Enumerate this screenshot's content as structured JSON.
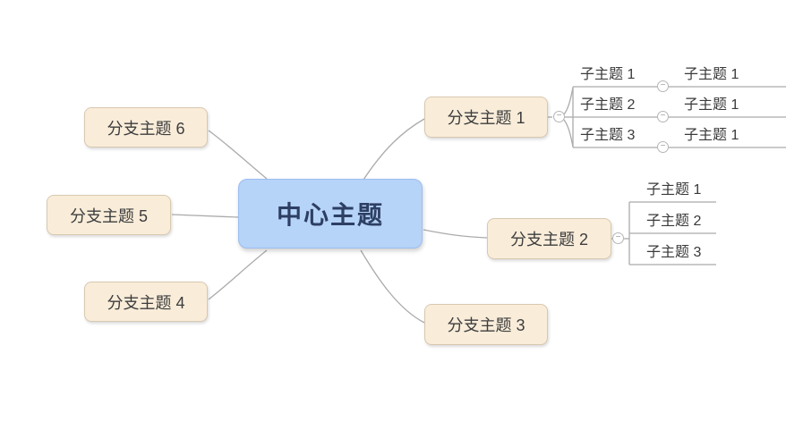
{
  "mindmap": {
    "central_topic": {
      "label": "中心主题"
    },
    "branches": [
      {
        "label": "分支主题 1"
      },
      {
        "label": "分支主题 2"
      },
      {
        "label": "分支主题 3"
      },
      {
        "label": "分支主题 4"
      },
      {
        "label": "分支主题 5"
      },
      {
        "label": "分支主题 6"
      }
    ],
    "branch1_subtopics": [
      {
        "label": "子主题 1",
        "child": "子主题 1"
      },
      {
        "label": "子主题 2",
        "child": "子主题 1"
      },
      {
        "label": "子主题 3",
        "child": "子主题 1"
      }
    ],
    "branch2_subtopics": [
      {
        "label": "子主题 1"
      },
      {
        "label": "子主题 2"
      },
      {
        "label": "子主题 3"
      }
    ],
    "toggle_symbol": "−"
  },
  "colors": {
    "central_fill": "#b6d3f8",
    "central_border": "#9cbdf0",
    "central_text": "#2d3f63",
    "branch_fill": "#f9edda",
    "branch_border": "#d8c8b0",
    "branch_text": "#3d3d3d",
    "subtopic_text": "#3a3a3a",
    "line": "#ababab",
    "background": "#ffffff"
  }
}
